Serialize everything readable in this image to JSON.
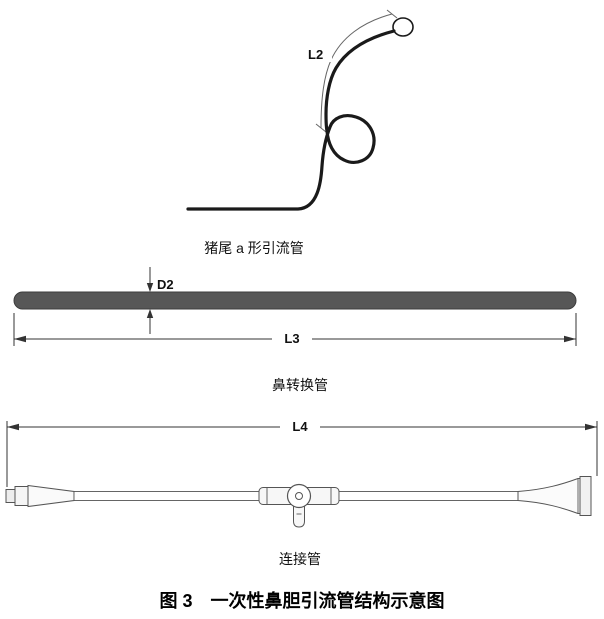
{
  "caption": "图 3　一次性鼻胆引流管结构示意图",
  "diagrams": {
    "pigtail": {
      "label": "猪尾 a 形引流管",
      "dim": "L2"
    },
    "nasal": {
      "label": "鼻转换管",
      "dim_diameter": "D2",
      "dim_length": "L3"
    },
    "connector": {
      "label": "连接管",
      "dim_length": "L4"
    }
  },
  "colors": {
    "tube_line": "#1a1a1a",
    "nasal_bar_fill": "#575757",
    "nasal_bar_stroke": "#3d3d3d",
    "dimension_line": "#333333",
    "background": "#ffffff"
  }
}
